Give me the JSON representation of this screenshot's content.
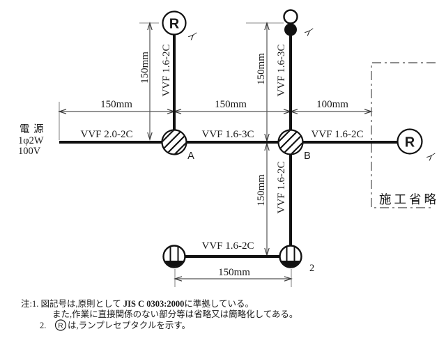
{
  "source": {
    "line1": "電 源",
    "line2": "1φ2W",
    "line3": "100V"
  },
  "cable_labels": {
    "source_to_a": "VVF 2.0-2C",
    "a_to_b": "VVF 1.6-3C",
    "b_to_lamp_right": "VVF 1.6-2C",
    "a_riser": "VVF 1.6-2C",
    "b_riser": "VVF 1.6-3C",
    "b_drop": "VVF 1.6-2C",
    "outlet_run": "VVF 1.6-2C"
  },
  "dimension_labels": {
    "source_to_a": "150mm",
    "a_to_b": "150mm",
    "b_to_box": "100mm",
    "a_riser": "150mm",
    "b_riser": "150mm",
    "b_drop": "150mm",
    "outlet_run": "150mm"
  },
  "devices": {
    "lamp_top_letter": "R",
    "lamp_top_circuit": "イ",
    "switch_circuit": "イ",
    "lamp_right_letter": "R",
    "lamp_right_circuit": "イ",
    "junction_a_label": "A",
    "junction_b_label": "B",
    "outlet_right_qty": "2"
  },
  "omission_box_label": "施工省略",
  "notes": {
    "line1_prefix": "注:1. 図記号は,原則として ",
    "line1_bold": "JIS C 0303:2000",
    "line1_suffix": "に準拠している。",
    "line2": "また,作業に直接関係のない部分等は省略又は簡略化してある。",
    "line3_no": "2.",
    "line3_symbol": "R",
    "line3_suffix": "は,ランプレセプタクルを示す。"
  },
  "colors": {
    "ink": "#1a1a1a",
    "dimension_line": "#555555",
    "extension_line": "#8a8a8a",
    "omission_border": "#666666"
  }
}
